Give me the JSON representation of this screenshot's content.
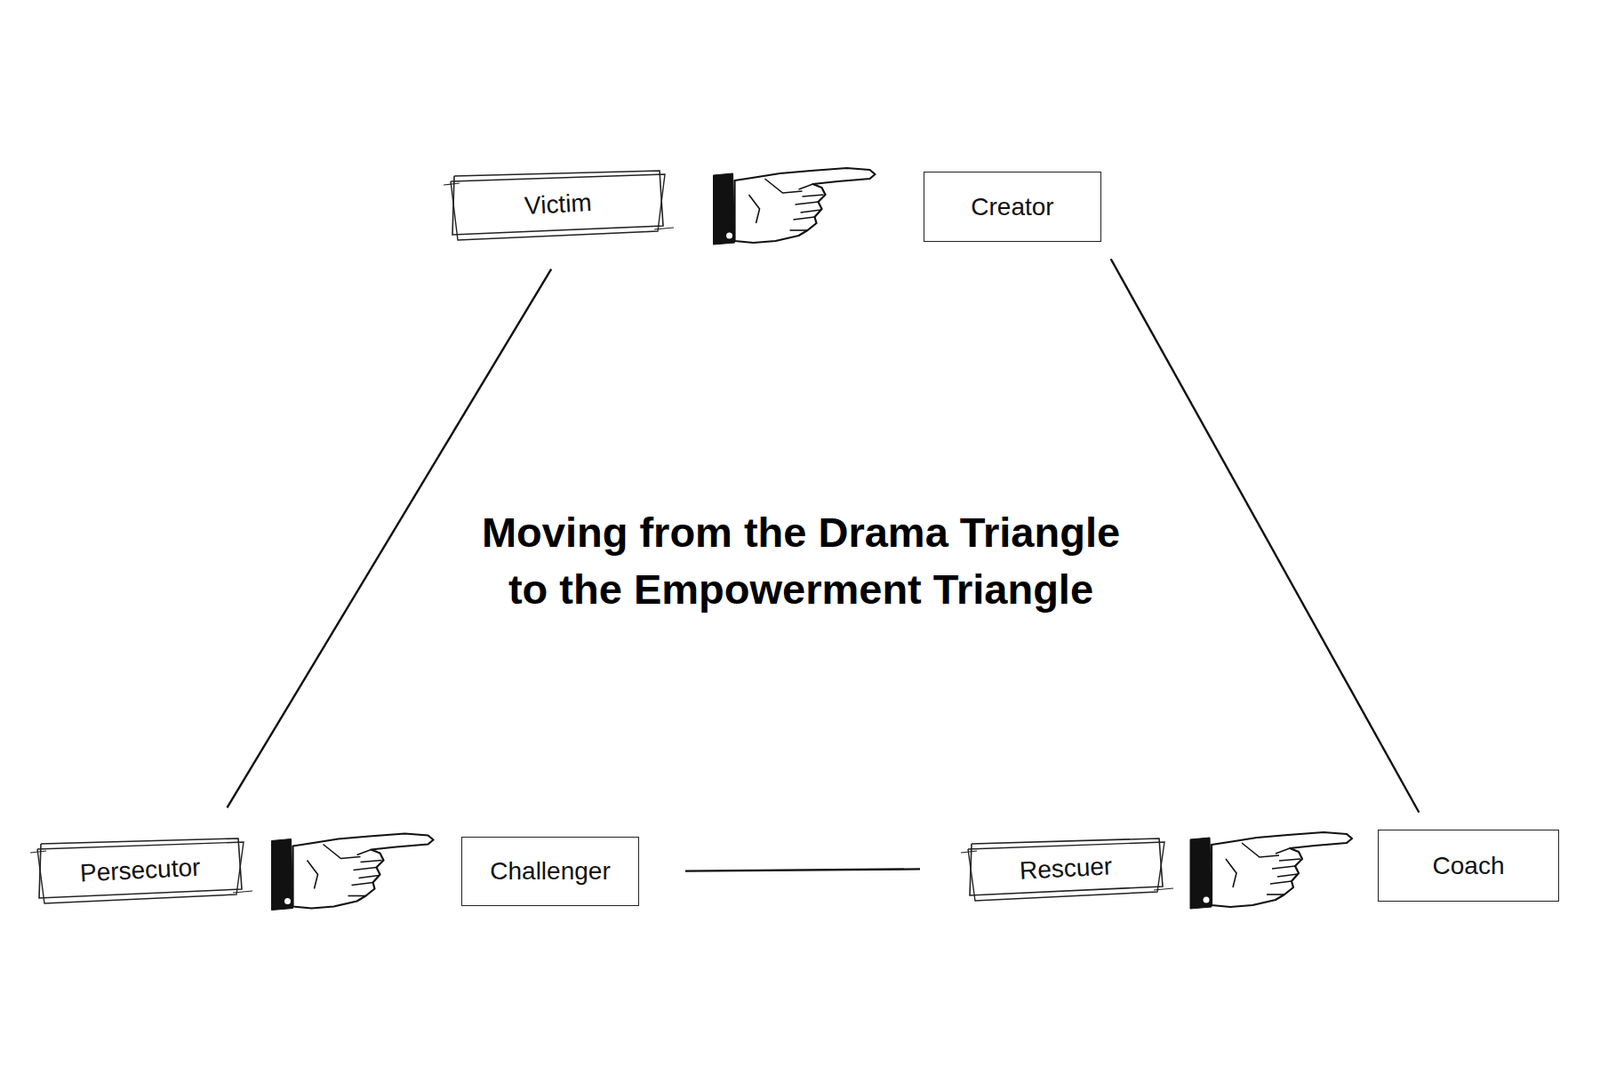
{
  "diagram": {
    "title": "Moving from the Drama Triangle to the Empowerment Triangle",
    "nodes": [
      {
        "text": [
          "Victim"
        ]
      },
      {
        "text": [
          "Creator"
        ]
      },
      {
        "text": [
          "Persecutor"
        ]
      },
      {
        "text": [
          "Challenger"
        ]
      },
      {
        "text": [
          "Rescuer"
        ]
      },
      {
        "text": [
          "Coach"
        ]
      }
    ],
    "edges": [
      {
        "from": 0,
        "to": 1,
        "arrow": "to"
      },
      {
        "from": 2,
        "to": 3,
        "arrow": "to"
      },
      {
        "from": 4,
        "to": 5,
        "arrow": "to"
      },
      {
        "from": 0,
        "to": 2,
        "arrow": "none"
      },
      {
        "from": 1,
        "to": 5,
        "arrow": "none"
      },
      {
        "from": 3,
        "to": 4,
        "arrow": "none"
      }
    ]
  }
}
